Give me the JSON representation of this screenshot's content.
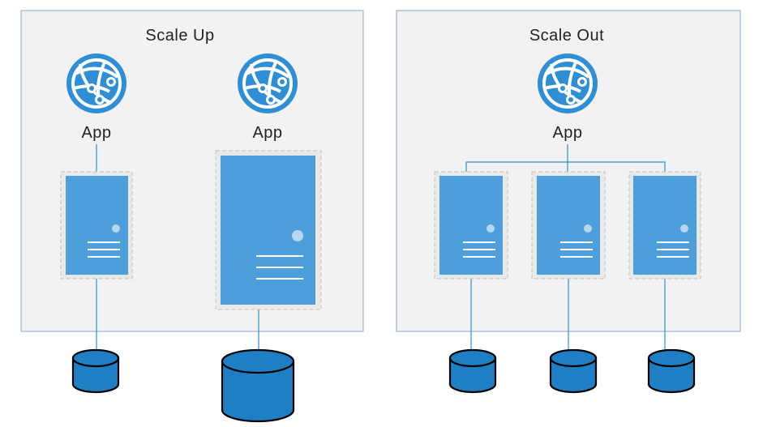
{
  "panels": [
    {
      "title": "Scale Up"
    },
    {
      "title": "Scale Out"
    }
  ],
  "apps": [
    {
      "label": "App",
      "icon": "globe-network-icon"
    },
    {
      "label": "App",
      "icon": "globe-network-icon"
    },
    {
      "label": "App",
      "icon": "globe-network-icon"
    }
  ],
  "colors": {
    "accent": "#2f8fd6",
    "server": "#4d9fdc",
    "database": "#1f7fc4",
    "panel_bg": "#f2f2f2",
    "panel_border": "#8aa9cc"
  }
}
